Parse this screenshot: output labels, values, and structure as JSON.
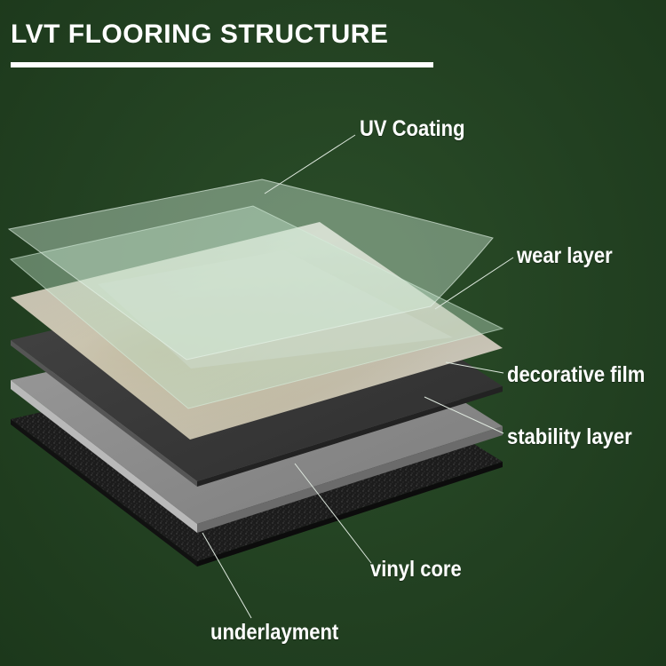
{
  "title": "LVT FLOORING STRUCTURE",
  "layers": [
    {
      "id": "uv-coating",
      "label": "UV Coating"
    },
    {
      "id": "wear-layer",
      "label": "wear layer"
    },
    {
      "id": "decorative-film",
      "label": "decorative film"
    },
    {
      "id": "stability-layer",
      "label": "stability layer"
    },
    {
      "id": "vinyl-core",
      "label": "vinyl core"
    },
    {
      "id": "underlayment",
      "label": "underlayment"
    }
  ],
  "colors": {
    "background": "#254424",
    "text": "#ffffff",
    "underlayment": "#1b1b1b",
    "vinyl_core": "#8c8c8c",
    "stability_layer": "#3a3a3a",
    "decorative_film": "#c8c6bc",
    "wear_layer": "#a9c9b2",
    "uv_coating": "#c9dccf"
  }
}
